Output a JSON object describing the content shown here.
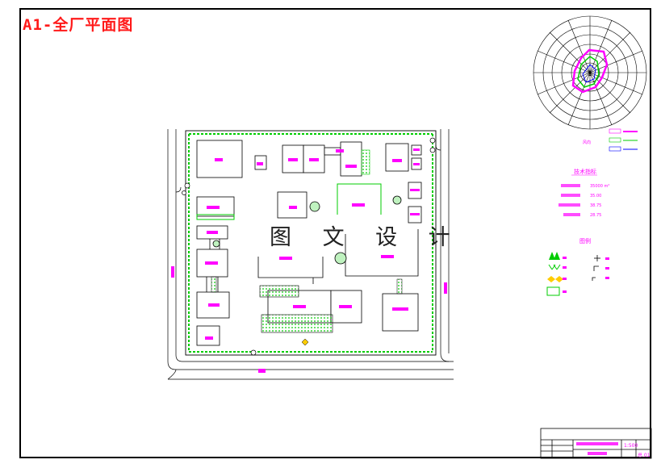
{
  "drawing": {
    "title": "A1-全厂平面图",
    "watermark": "图 文 设 计"
  },
  "colors": {
    "title": "#ff1a1a",
    "label": "#ff00ff",
    "green": "#00cc00",
    "blue": "#0000ff",
    "line": "#000000"
  },
  "legend": {
    "heading": "图例"
  },
  "tech_table": {
    "heading": "技术指标",
    "values": [
      "35000 m²",
      "35.00",
      "38.75",
      "28.75"
    ]
  },
  "title_block": {
    "scale": "1:500",
    "sheet_no": "总 01"
  }
}
